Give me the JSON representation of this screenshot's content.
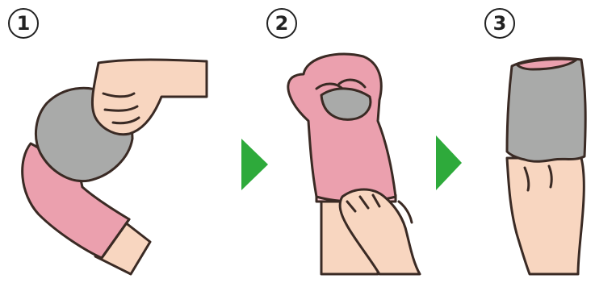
{
  "steps": [
    {
      "number": "1"
    },
    {
      "number": "2"
    },
    {
      "number": "3"
    }
  ],
  "colors": {
    "outline": "#3a2a24",
    "skin": "#f8d6c0",
    "glove_pink": "#eba0ae",
    "glove_inner": "#f6c6d0",
    "cloth_gray": "#a9aaa9",
    "arrow_green": "#2eaa3b"
  },
  "icons": [
    "arrow-right-icon",
    "arrow-right-icon"
  ]
}
